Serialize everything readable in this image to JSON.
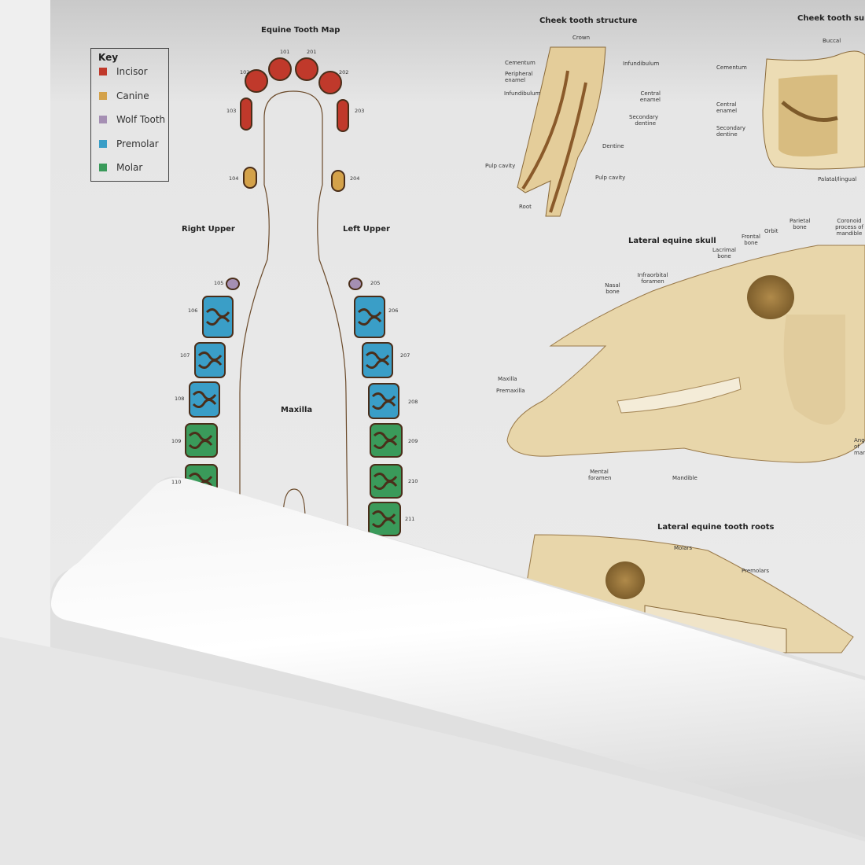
{
  "colors": {
    "incisor": "#c0392b",
    "canine": "#d4a24a",
    "wolf_tooth": "#a58fb3",
    "premolar": "#3a9ec7",
    "molar": "#3a9a5a",
    "bone": "#e8d6aa",
    "paper": "#f2f2f2"
  },
  "tooth_map": {
    "title": "Equine Tooth Map",
    "right_label": "Right Upper",
    "left_label": "Left Upper",
    "center_label": "Maxilla",
    "key": {
      "title": "Key",
      "items": [
        {
          "label": "Incisor",
          "color": "#c0392b"
        },
        {
          "label": "Canine",
          "color": "#d4a24a"
        },
        {
          "label": "Wolf Tooth",
          "color": "#a58fb3"
        },
        {
          "label": "Premolar",
          "color": "#3a9ec7"
        },
        {
          "label": "Molar",
          "color": "#3a9a5a"
        }
      ]
    },
    "teeth": [
      "101",
      "201",
      "102",
      "202",
      "103",
      "203",
      "104",
      "204",
      "105",
      "205",
      "106",
      "206",
      "107",
      "207",
      "108",
      "208",
      "109",
      "209",
      "110",
      "210",
      "211"
    ]
  },
  "cheek_structure": {
    "title": "Cheek tooth structure",
    "labels": [
      "Crown",
      "Cementum",
      "Peripheral enamel",
      "Infundibulum",
      "Pulp cavity",
      "Root",
      "Infundibulum",
      "Central enamel",
      "Secondary dentine",
      "Dentine",
      "Pulp cavity"
    ]
  },
  "cheek_surface": {
    "title": "Cheek tooth surface",
    "labels": [
      "Buccal",
      "Cementum",
      "Central enamel",
      "Secondary dentine",
      "Palatal/lingual"
    ]
  },
  "skull": {
    "title": "Lateral equine skull",
    "labels": [
      "Nasal bone",
      "Infraorbital foramen",
      "Lacrimal bone",
      "Frontal bone",
      "Orbit",
      "Parietal bone",
      "Coronoid process of mandible",
      "Maxilla",
      "Premaxilla",
      "Mental foramen",
      "Mandible",
      "Angle of mandible"
    ]
  },
  "roots": {
    "title": "Lateral equine tooth roots",
    "labels": [
      "Molars",
      "Premolars"
    ]
  }
}
